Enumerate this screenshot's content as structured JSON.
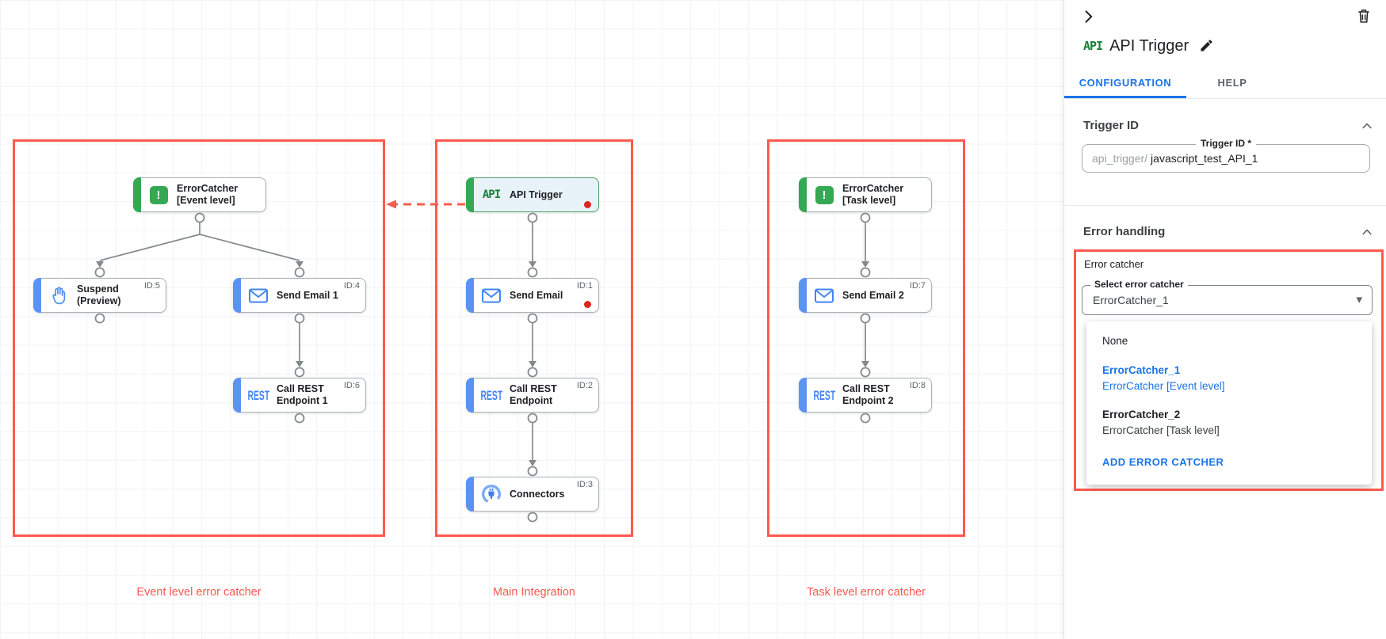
{
  "colors": {
    "group_outline_red": "#ff5a4e",
    "label_red": "#f4594e",
    "accent_blue": "#1a73e8",
    "node_blue": "#4285f4",
    "green": "#34a853",
    "alert_dot_red": "#dc261e"
  },
  "canvas": {
    "glyphs": {
      "api": "API",
      "rest": "REST",
      "error": "!"
    },
    "groups": [
      {
        "label": "Event level error catcher"
      },
      {
        "label": "Main Integration"
      },
      {
        "label": "Task level error catcher"
      }
    ],
    "nodes": [
      {
        "type": "error-catcher",
        "line1": "ErrorCatcher",
        "line2": "[Event level]",
        "id": ""
      },
      {
        "type": "suspend",
        "line1": "Suspend",
        "line2": "(Preview)",
        "id": "ID:5"
      },
      {
        "type": "email",
        "line1": "Send Email 1",
        "line2": "",
        "id": "ID:4"
      },
      {
        "type": "rest",
        "line1": "Call REST",
        "line2": "Endpoint 1",
        "id": "ID:6"
      },
      {
        "type": "api-trigger",
        "line1": "API Trigger",
        "line2": "",
        "id": ""
      },
      {
        "type": "email",
        "line1": "Send Email",
        "line2": "",
        "id": "ID:1"
      },
      {
        "type": "rest",
        "line1": "Call REST",
        "line2": "Endpoint",
        "id": "ID:2"
      },
      {
        "type": "connectors",
        "line1": "Connectors",
        "line2": "",
        "id": "ID:3"
      },
      {
        "type": "error-catcher",
        "line1": "ErrorCatcher",
        "line2": "[Task level]",
        "id": ""
      },
      {
        "type": "email",
        "line1": "Send Email 2",
        "line2": "",
        "id": "ID:7"
      },
      {
        "type": "rest",
        "line1": "Call REST",
        "line2": "Endpoint 2",
        "id": "ID:8"
      }
    ]
  },
  "panel": {
    "logo": "API",
    "title": "API Trigger",
    "tabs": [
      {
        "label": "CONFIGURATION"
      },
      {
        "label": "HELP"
      }
    ],
    "trigger_id": {
      "heading": "Trigger ID",
      "field_label": "Trigger ID *",
      "prefix": "api_trigger/",
      "value": "javascript_test_API_1"
    },
    "error_handling": {
      "heading": "Error handling",
      "error_catcher_label": "Error catcher",
      "select_label": "Select error catcher",
      "select_value": "ErrorCatcher_1",
      "menu": {
        "none": "None",
        "options": [
          {
            "name": "ErrorCatcher_1",
            "desc": "ErrorCatcher [Event level]"
          },
          {
            "name": "ErrorCatcher_2",
            "desc": "ErrorCatcher [Task level]"
          }
        ],
        "add_label": "ADD ERROR CATCHER"
      }
    }
  }
}
